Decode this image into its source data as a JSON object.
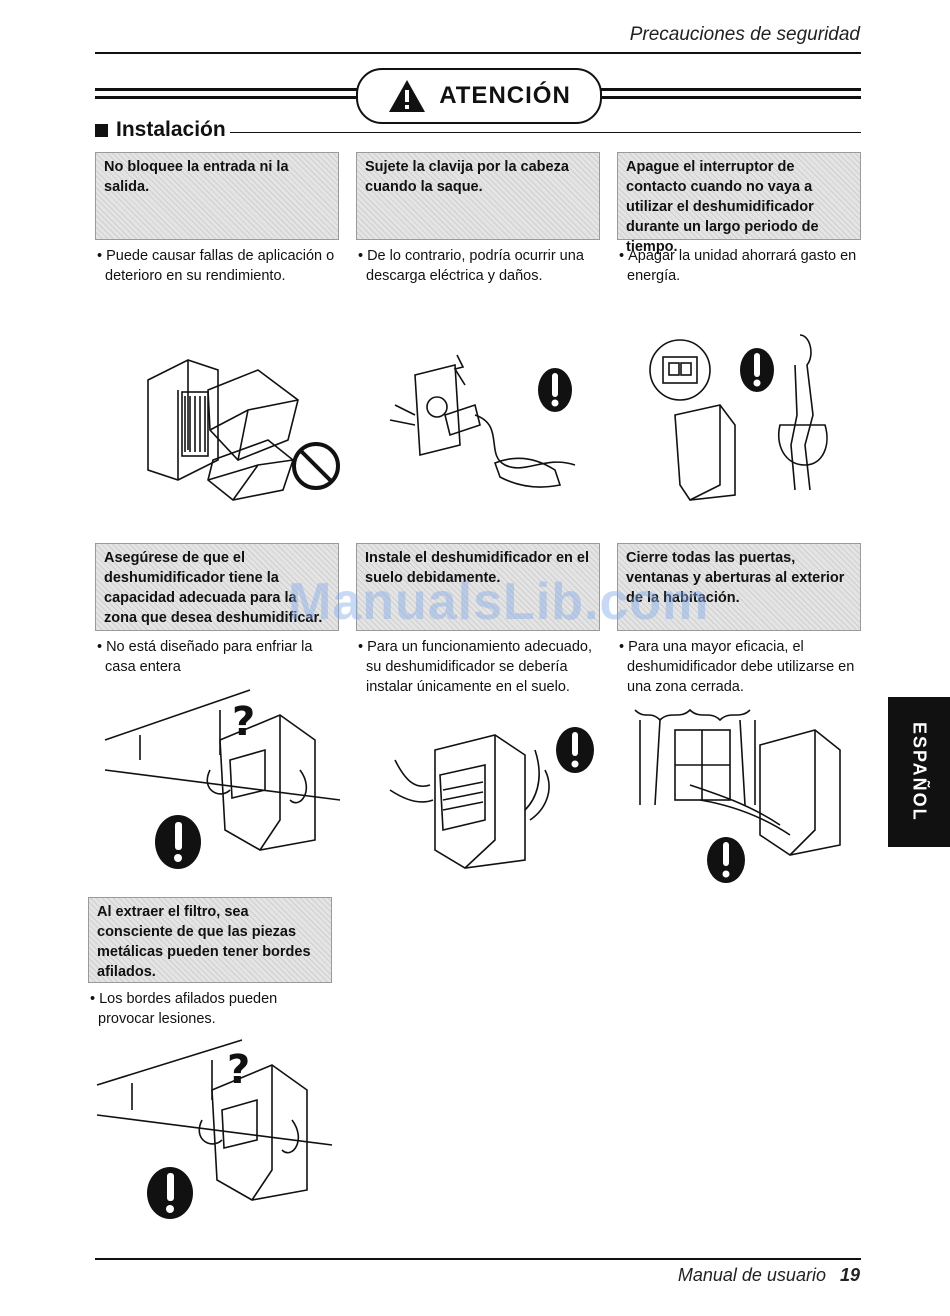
{
  "header": {
    "title": "Precauciones de seguridad"
  },
  "banner": {
    "label": "ATENCIÓN"
  },
  "section": {
    "title": "Instalación"
  },
  "cards": [
    {
      "heading": "No bloquee la entrada ni la salida.",
      "desc": "Puede causar fallas de aplicación o deterioro en su rendimiento."
    },
    {
      "heading": "Sujete la clavija por la cabeza cuando la saque.",
      "desc": "De lo contrario, podría ocurrir una descarga eléctrica y daños."
    },
    {
      "heading": "Apague el interruptor de contacto cuando no vaya a utilizar el deshumidificador durante un largo periodo de tiempo.",
      "desc": "Apagar la unidad ahorrará gasto en energía."
    },
    {
      "heading": "Asegúrese de que el deshumidificador tiene la capacidad adecuada para la zona que desea deshumidificar.",
      "desc": "No está diseñado para enfriar la casa entera"
    },
    {
      "heading": "Instale el deshumidificador en el suelo debidamente.",
      "desc": "Para un funcionamiento adecuado, su deshumidificador se debería instalar únicamente en el suelo."
    },
    {
      "heading": "Cierre todas las puertas, ventanas y aberturas al exterior de la habitación.",
      "desc": "Para una mayor eficacia, el deshumidificador debe utilizarse en una zona cerrada."
    },
    {
      "heading": "Al extraer el filtro, sea consciente de que las piezas metálicas pueden tener bordes afilados.",
      "desc": "Los bordes afilados pueden provocar lesiones."
    }
  ],
  "watermark": "ManualsLib.com",
  "side_tab": "ESPAÑOL",
  "footer": {
    "label": "Manual de usuario",
    "page": "19"
  }
}
